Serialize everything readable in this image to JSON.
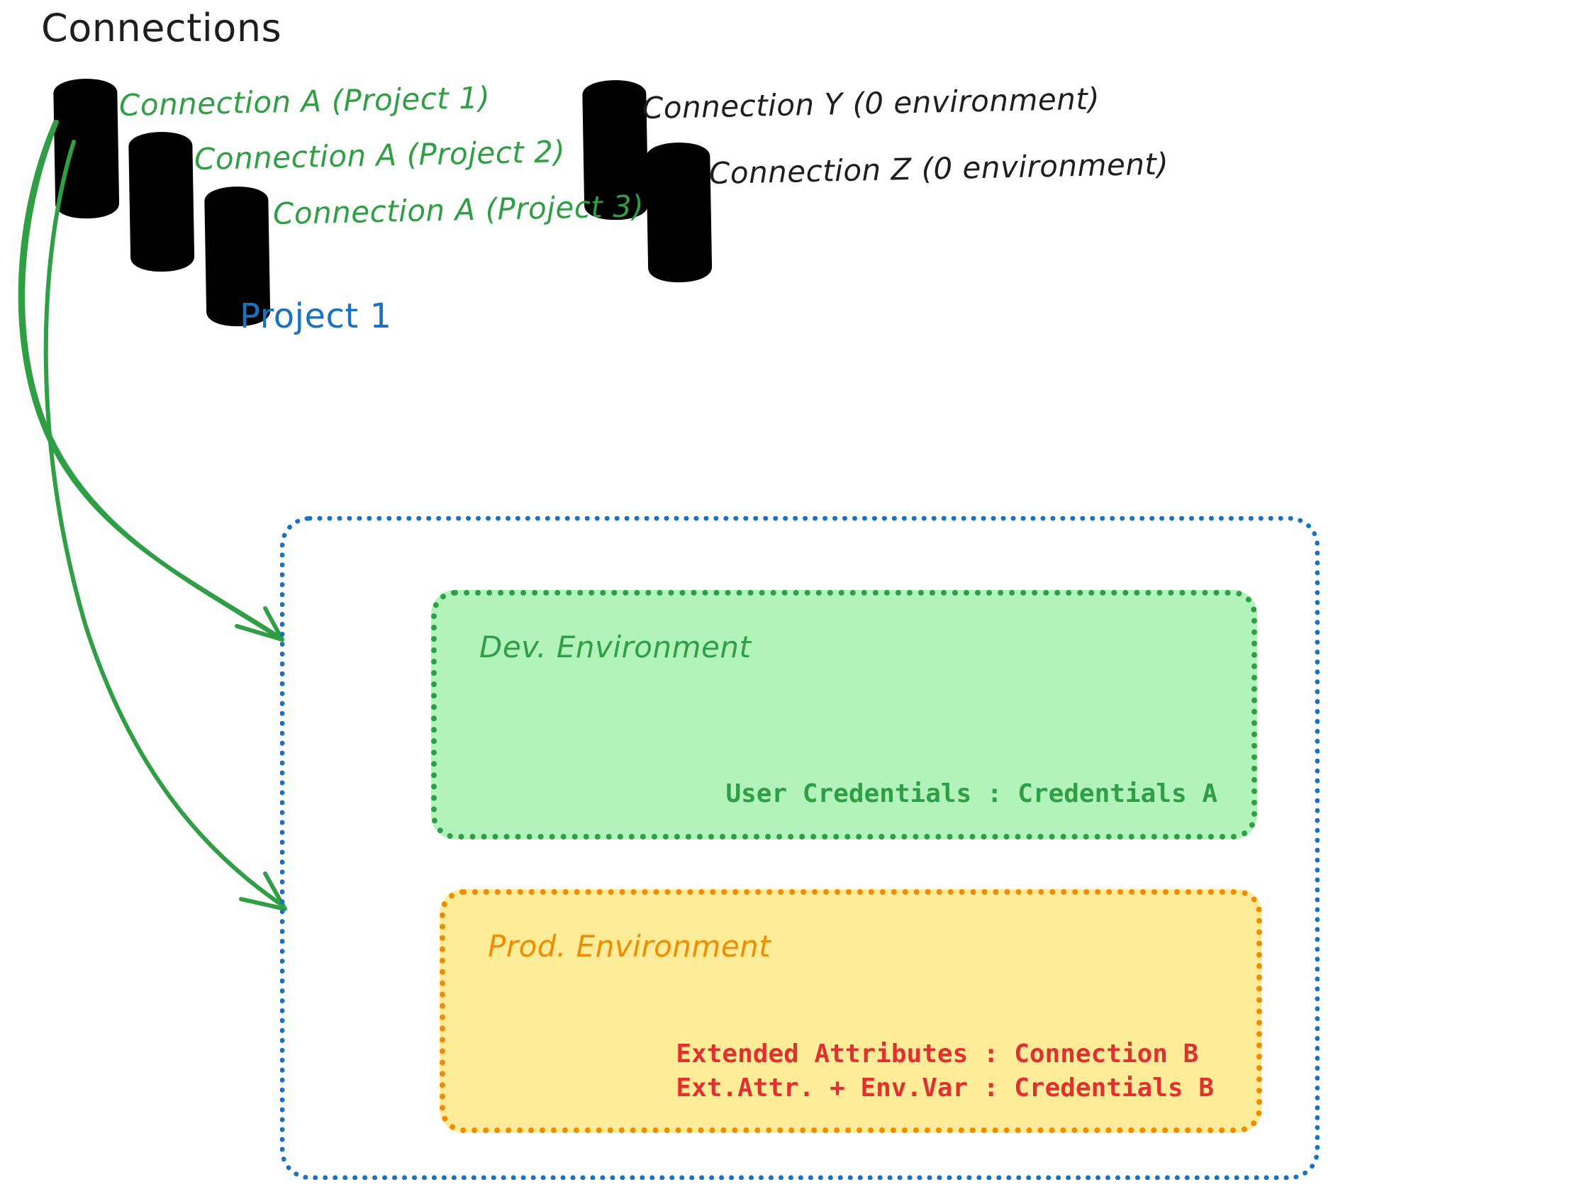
{
  "header": {
    "title": "Connections"
  },
  "connections": {
    "green": [
      {
        "label": "Connection A (Project 1)",
        "color": "#2f9e44",
        "icon": "database-icon"
      },
      {
        "label": "Connection A (Project 2)",
        "color": "#2f9e44",
        "icon": "database-icon"
      },
      {
        "label": "Connection A (Project 3)",
        "color": "#2f9e44",
        "icon": "database-icon"
      }
    ],
    "gray": [
      {
        "label": "Connection Y (0 environment)",
        "color": "#1e1e1e",
        "icon": "database-icon"
      },
      {
        "label": "Connection Z (0 environment)",
        "color": "#1e1e1e",
        "icon": "database-icon"
      }
    ]
  },
  "project": {
    "title": "Project 1",
    "color": "#1971c2",
    "environments": [
      {
        "name": "Dev. Environment",
        "color": "#2f9e44",
        "fill": "#b2f2bb",
        "lines": [
          "User Credentials : Credentials A"
        ],
        "line_color": "#2f9e44"
      },
      {
        "name": "Prod. Environment",
        "color": "#f08c00",
        "fill": "#ffec99",
        "lines": [
          "Extended Attributes : Connection B",
          "Ext.Attr. + Env.Var : Credentials B"
        ],
        "line_color": "#e03131"
      }
    ]
  },
  "env": {
    "dev_title": "Dev. Environment",
    "dev_credentials": "User Credentials : Credentials A",
    "prod_title": "Prod. Environment",
    "prod_line1": "Extended Attributes : Connection B",
    "prod_line2": "Ext.Attr. + Env.Var : Credentials B"
  },
  "arrows": [
    {
      "name": "arrow-connection-to-dev",
      "from": "Connection A (Project 1)",
      "to": "Dev. Environment",
      "color": "#2f9e44"
    },
    {
      "name": "arrow-connection-to-prod",
      "from": "Connection A (Project 1)",
      "to": "Prod. Environment",
      "color": "#2f9e44"
    }
  ],
  "colors": {
    "green_stroke": "#2f9e44",
    "green_fill": "#b2f2bb",
    "gray_stroke": "#1e1e1e",
    "gray_fill": "#ced4da",
    "blue": "#1971c2",
    "orange": "#f08c00",
    "yellow_fill": "#ffec99",
    "red": "#e03131",
    "black": "#1e1e1e"
  }
}
